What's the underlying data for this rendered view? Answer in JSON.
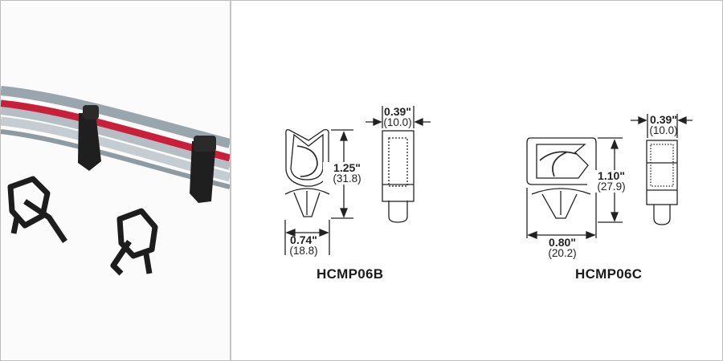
{
  "photo": {
    "subject": "cable-clips-on-harness"
  },
  "products": [
    {
      "part_number": "HCMP06B",
      "height_in": "1.25\"",
      "height_mm": "(31.8)",
      "width_in": "0.74\"",
      "width_mm": "(18.8)",
      "depth_in": "0.39\"",
      "depth_mm": "(10.0)"
    },
    {
      "part_number": "HCMP06C",
      "height_in": "1.10\"",
      "height_mm": "(27.9)",
      "width_in": "0.80\"",
      "width_mm": "(20.2)",
      "depth_in": "0.39\"",
      "depth_mm": "(10.0)"
    }
  ],
  "colors": {
    "border": "#bdbdbd",
    "line": "#222222",
    "clip": "#1c1c1c",
    "cable_red": "#c8203a",
    "cable_gray": "#a9b4bb"
  }
}
